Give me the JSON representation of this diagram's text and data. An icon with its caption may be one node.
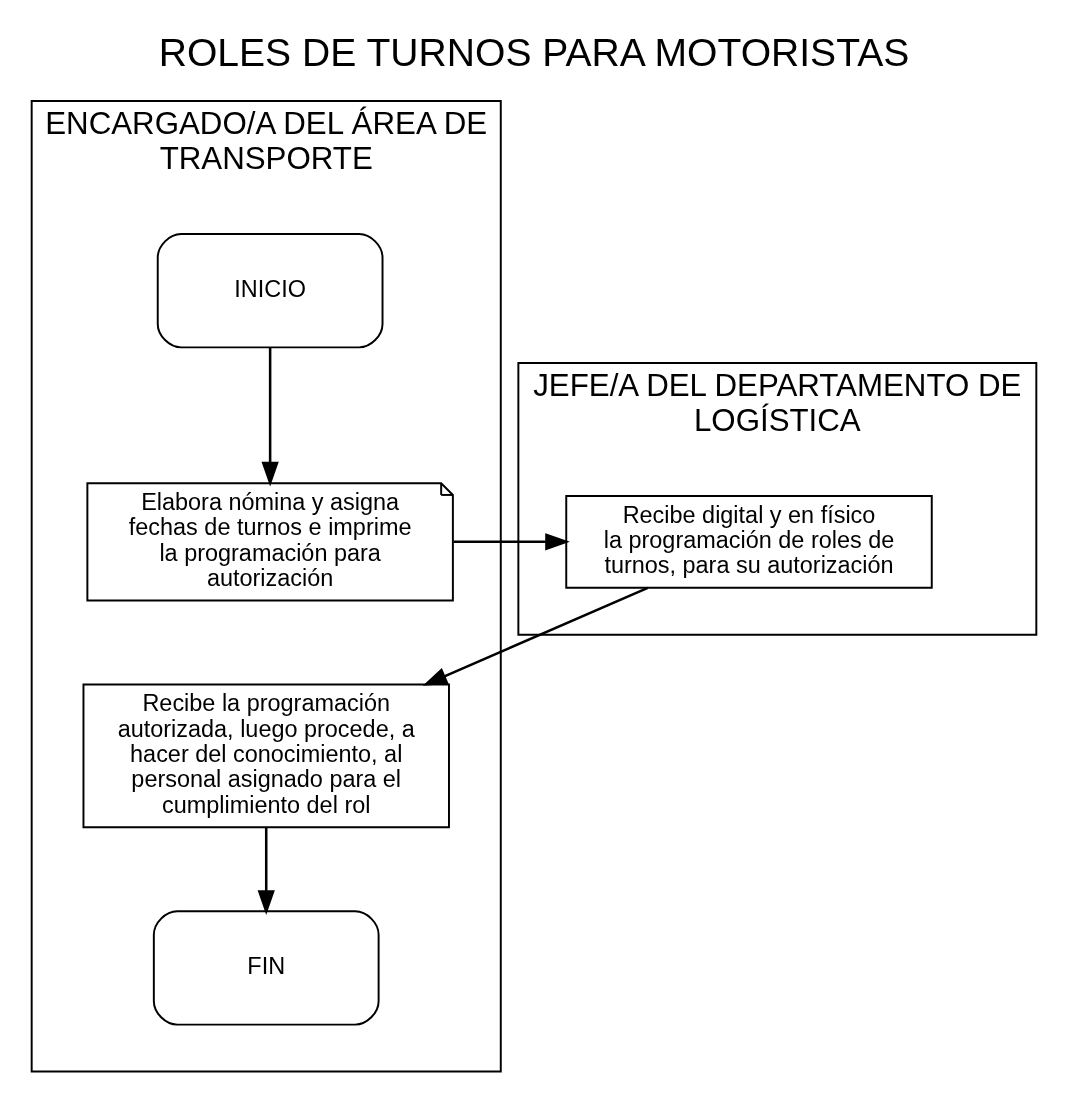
{
  "diagram": {
    "title": "ROLES DE TURNOS PARA MOTORISTAS",
    "nodes": [
      {
        "text": [
          "ENCARGADO/A DEL ÁREA DE TRANSPORTE"
        ]
      },
      {
        "text": [
          "INICIO"
        ],
        "in": 0
      },
      {
        "text": [
          "Elabora nómina y asigna fechas de turnos e imprime la programación para autorización"
        ],
        "in": 0
      },
      {
        "text": [
          "JEFE/A DEL DEPARTAMENTO DE LOGÍSTICA"
        ]
      },
      {
        "text": [
          "Recibe digital y en físico la programación de roles de turnos, para su autorización"
        ],
        "in": 3
      },
      {
        "text": [
          "Recibe la programación autorizada, luego procede, a hacer del conocimiento, al personal asignado para el cumplimiento del rol"
        ],
        "in": 0
      },
      {
        "text": [
          "FIN"
        ],
        "in": 0
      }
    ],
    "edges": [
      {
        "from": 1,
        "to": 2,
        "arrow": "to"
      },
      {
        "from": 2,
        "to": 4,
        "arrow": "to"
      },
      {
        "from": 4,
        "to": 5,
        "arrow": "to"
      },
      {
        "from": 5,
        "to": 6,
        "arrow": "to"
      }
    ]
  }
}
